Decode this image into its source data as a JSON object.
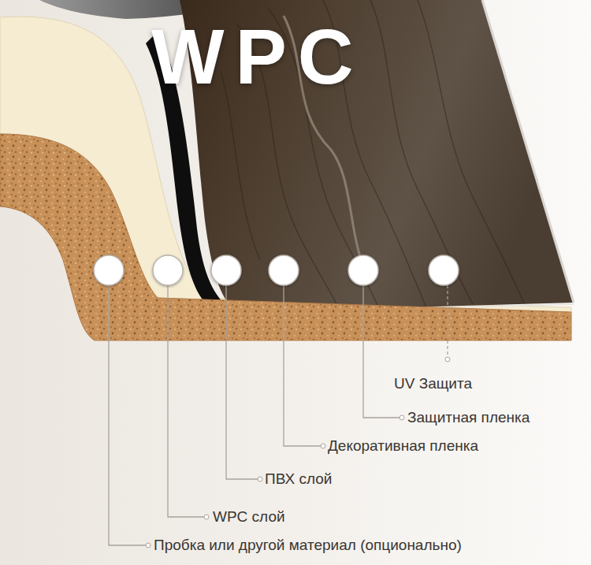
{
  "diagram": {
    "title": "WPC",
    "labels": [
      "UV Защита",
      "Защитная пленка",
      "Декоративная пленка",
      "ПВХ слой",
      "WPC слой",
      "Пробка или другой материал (опционально)"
    ]
  }
}
